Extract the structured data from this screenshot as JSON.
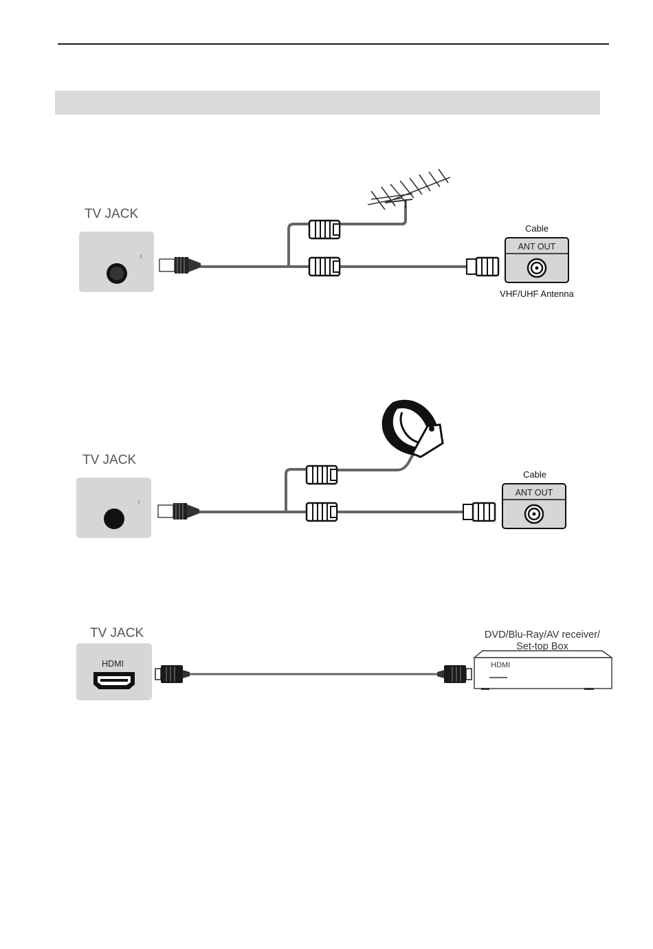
{
  "diagrams": {
    "antenna": {
      "tv_jack_title": "TV JACK",
      "source_label_top": "Cable",
      "port_label": "ANT OUT",
      "source_label_bottom": "VHF/UHF Antenna"
    },
    "satellite": {
      "tv_jack_title": "TV JACK",
      "source_label_top": "Cable",
      "port_label": "ANT OUT"
    },
    "hdmi": {
      "tv_jack_title": "TV JACK",
      "tv_port_label": "HDMI",
      "device_label_line1": "DVD/Blu-Ray/AV receiver/",
      "device_label_line2": "Set-top Box",
      "device_port_label": "HDMI"
    }
  },
  "icons": [
    "yagi-antenna-icon",
    "satellite-dish-icon",
    "coax-connector-icon",
    "hdmi-connector-icon",
    "set-top-box-icon"
  ],
  "colors": {
    "panel": "#d6d6d6",
    "cable": "#666666",
    "banner": "#d9d9d9",
    "rule": "#1a1a1a"
  }
}
